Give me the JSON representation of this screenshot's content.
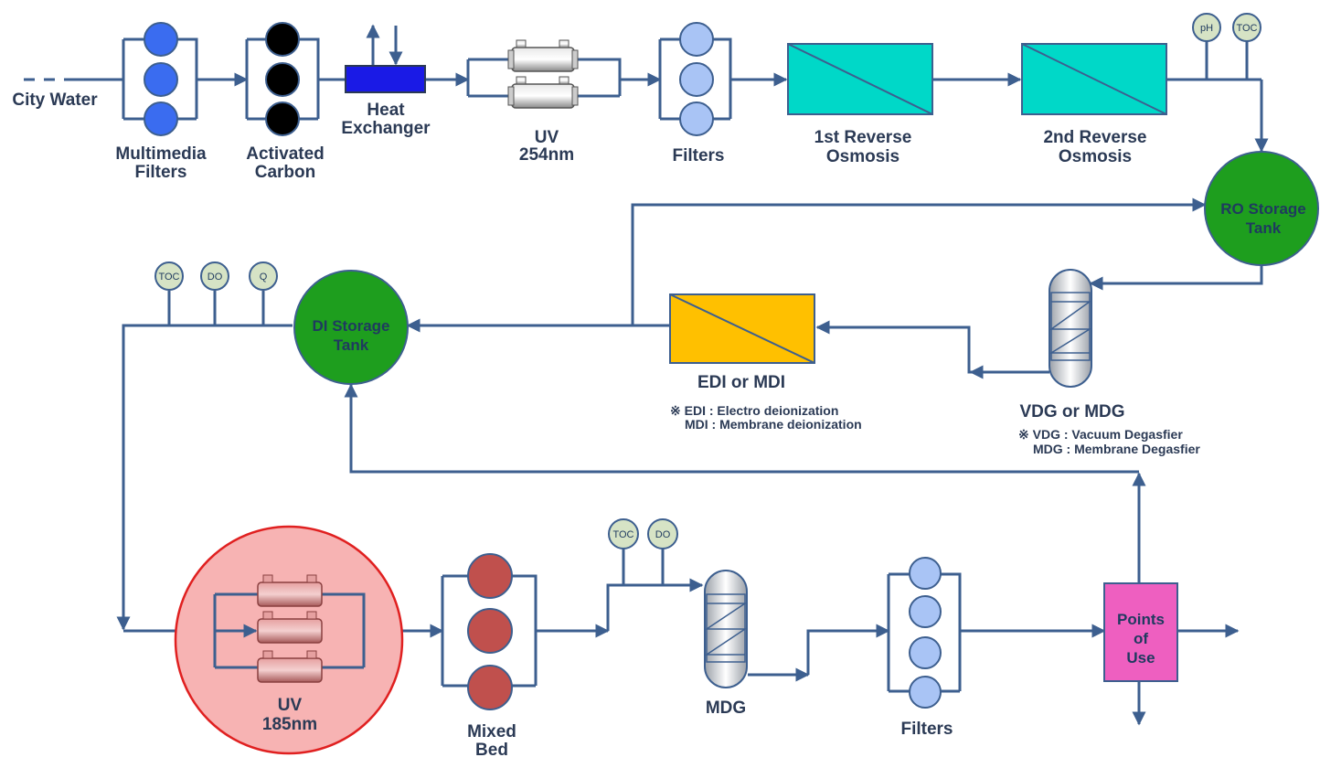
{
  "labels": {
    "city_water": "City Water",
    "multimedia_1": "Multimedia",
    "multimedia_2": "Filters",
    "activated_1": "Activated",
    "activated_2": "Carbon",
    "heat_1": "Heat",
    "heat_2": "Exchanger",
    "uv254_1": "UV",
    "uv254_2": "254nm",
    "filters_top": "Filters",
    "ro1_1": "1st Reverse",
    "ro1_2": "Osmosis",
    "ro2_1": "2nd Reverse",
    "ro2_2": "Osmosis",
    "ro_tank_1": "RO Storage",
    "ro_tank_2": "Tank",
    "di_tank_1": "DI Storage",
    "di_tank_2": "Tank",
    "edi": "EDI or MDI",
    "vdg": "VDG or MDG",
    "uv185_1": "UV",
    "uv185_2": "185nm",
    "mixed_1": "Mixed",
    "mixed_2": "Bed",
    "mdg": "MDG",
    "filters_bottom": "Filters",
    "pou_1": "Points",
    "pou_2": "of",
    "pou_3": "Use"
  },
  "notes": {
    "edi_line1": "※ EDI : Electro deionization",
    "edi_line2": "MDI : Membrane deionization",
    "vdg_line1": "※ VDG : Vacuum Degasfier",
    "vdg_line2": "MDG : Membrane Degasfier"
  },
  "instruments": {
    "top_ph": "pH",
    "top_toc": "TOC",
    "di_toc": "TOC",
    "di_do": "DO",
    "di_q": "Q",
    "bottom_toc": "TOC",
    "bottom_do": "DO"
  },
  "colors": {
    "pipe": "#3d5f8f",
    "multimedia": "#3a6cf0",
    "carbon": "#000000",
    "heat_exchanger": "#1a1ae6",
    "filter": "#a9c4f5",
    "ro_membrane": "#00d8c8",
    "tank": "#1e9e1e",
    "edi": "#ffc000",
    "mixed_bed": "#c0504d",
    "uv185_zone": "#f7b3b3",
    "points_of_use": "#ee5fc0",
    "instrument": "#d6e3c5"
  }
}
